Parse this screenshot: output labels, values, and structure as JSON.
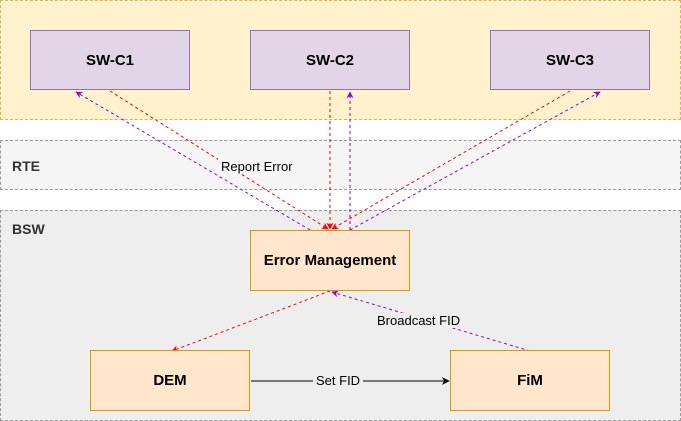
{
  "layers": {
    "sw": {
      "label": ""
    },
    "rte": {
      "label": "RTE"
    },
    "bsw": {
      "label": "BSW"
    }
  },
  "components": {
    "swc1": "SW-C1",
    "swc2": "SW-C2",
    "swc3": "SW-C3",
    "error_management": "Error Management",
    "dem": "DEM",
    "fim": "FiM"
  },
  "edges": {
    "report_error": "Report Error",
    "broadcast_fid": "Broadcast FID",
    "set_fid": "Set FID"
  },
  "colors": {
    "report_line": "#ff0000",
    "broadcast_line": "#9900cc",
    "solid_line": "#000000",
    "swc_fill": "#e1d5e7",
    "bsw_fill": "#ffe6cc",
    "sw_layer_fill": "#fff2cc"
  }
}
